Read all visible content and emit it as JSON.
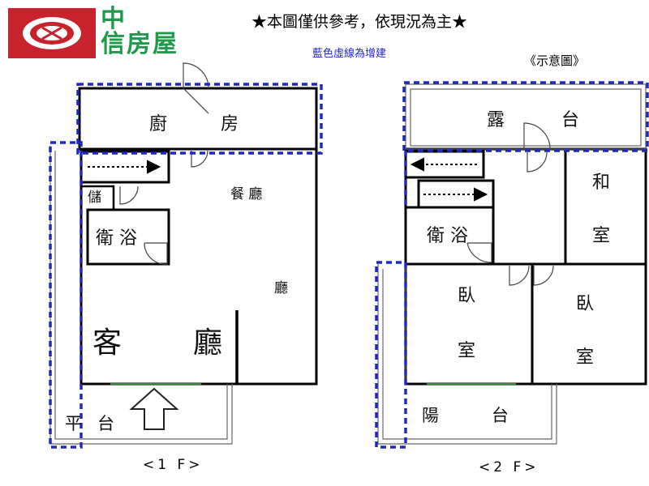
{
  "header": {
    "logo_text_line1": "中",
    "logo_text_line2": "信房屋",
    "notice": "★本圖僅供參考，依現況為主★",
    "blue_note": "藍色虛線為增建",
    "schematic_label": "《示意圖》"
  },
  "floor1": {
    "label": "<1 F>",
    "rooms": {
      "kitchen_a": "廚",
      "kitchen_b": "房",
      "storage": "儲",
      "dining": "餐 廳",
      "bath": "衛 浴",
      "hall": "廳",
      "living_a": "客",
      "living_b": "廳",
      "terrace_a": "平",
      "terrace_b": "台"
    }
  },
  "floor2": {
    "label": "<2 F>",
    "rooms": {
      "balcony_top_a": "露",
      "balcony_top_b": "台",
      "japanese_a": "和",
      "japanese_b": "室",
      "bath": "衛 浴",
      "bed1_a": "臥",
      "bed1_b": "室",
      "bed2_a": "臥",
      "bed2_b": "室",
      "balcony_a": "陽",
      "balcony_b": "台"
    }
  },
  "colors": {
    "logo_red": "#c8232c",
    "logo_green": "#1e9a4a",
    "extension_blue": "#1f2ab8",
    "wall": "#000000"
  }
}
